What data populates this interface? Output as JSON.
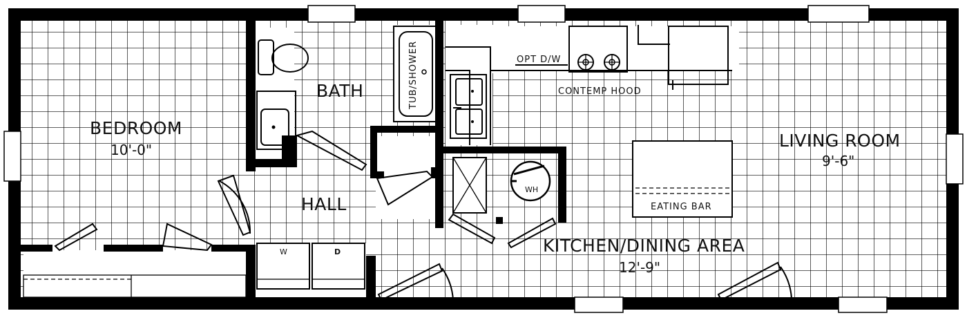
{
  "rooms": {
    "bedroom": {
      "name": "BEDROOM",
      "size": "10'-0\""
    },
    "bath": {
      "name": "BATH"
    },
    "hall": {
      "name": "HALL"
    },
    "kitchen": {
      "name": "KITCHEN/DINING AREA",
      "size": "12'-9\""
    },
    "living": {
      "name": "LIVING ROOM",
      "size": "9'-6\""
    }
  },
  "fixtures": {
    "tub": "TUB/SHOWER",
    "dishwasher": "OPT D/W",
    "hood": "CONTEMP HOOD",
    "eating_bar": "EATING BAR",
    "water_heater": "WH",
    "washer": "W",
    "dryer": "D"
  }
}
